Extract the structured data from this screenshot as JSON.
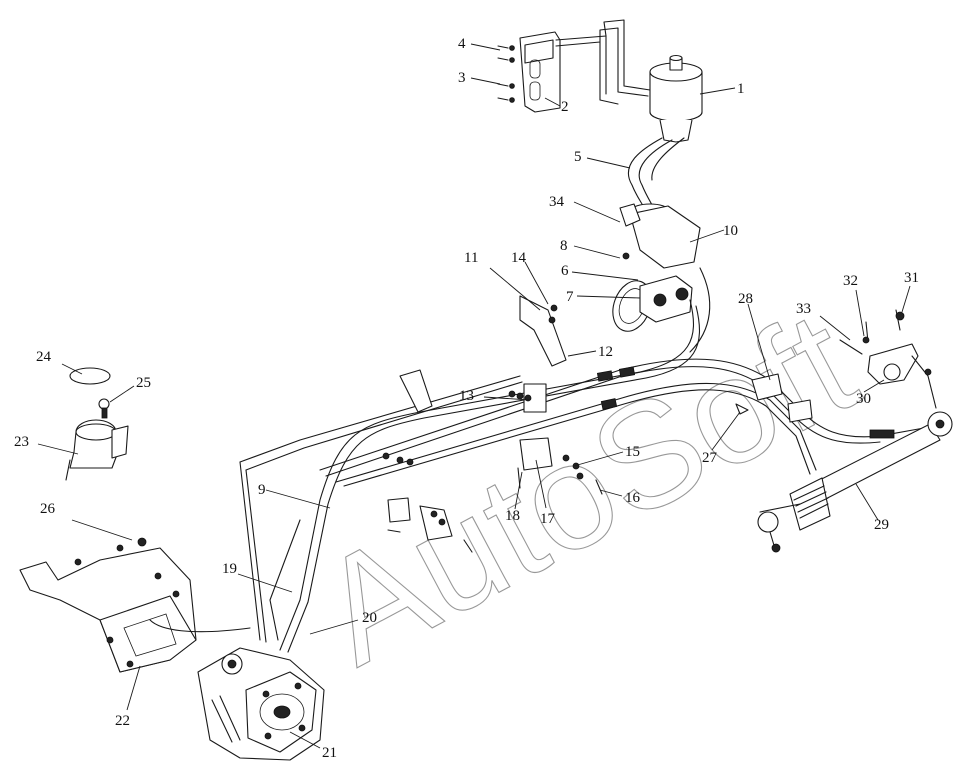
{
  "diagram": {
    "watermark": "AutoSoft",
    "callouts": [
      "1",
      "2",
      "3",
      "4",
      "5",
      "6",
      "7",
      "8",
      "9",
      "10",
      "11",
      "12",
      "13",
      "14",
      "15",
      "16",
      "17",
      "18",
      "19",
      "20",
      "21",
      "22",
      "23",
      "24",
      "25",
      "26",
      "27",
      "28",
      "29",
      "30",
      "31",
      "32",
      "33",
      "34"
    ]
  }
}
